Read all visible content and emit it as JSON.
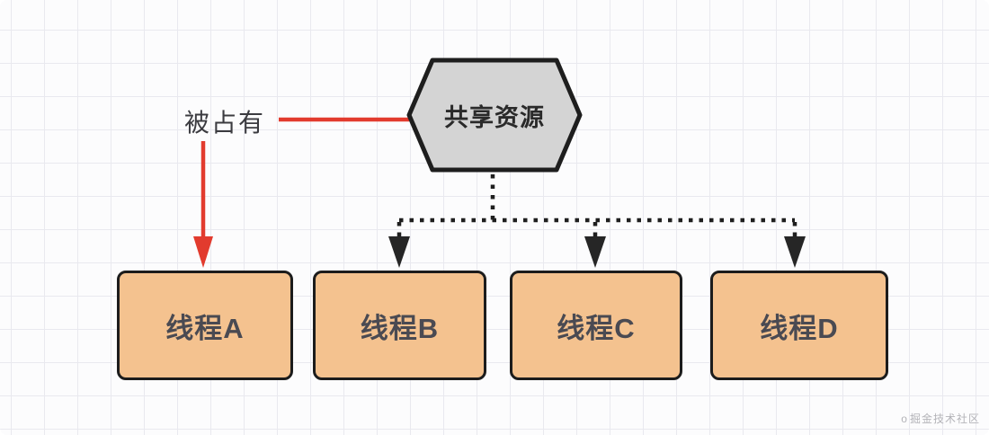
{
  "diagram": {
    "shared_resource": {
      "label": "共享资源"
    },
    "occupied_label": "被占有",
    "threads": [
      {
        "id": "A",
        "label": "线程A",
        "state": "occupying"
      },
      {
        "id": "B",
        "label": "线程B",
        "state": "waiting"
      },
      {
        "id": "C",
        "label": "线程C",
        "state": "waiting"
      },
      {
        "id": "D",
        "label": "线程D",
        "state": "waiting"
      }
    ],
    "colors": {
      "occupied_arrow": "#e23b2e",
      "waiting_connector": "#1f1f1f",
      "hexagon_fill": "#d4d4d4",
      "hexagon_border": "#1e1e1e",
      "thread_fill": "#f4c28f",
      "thread_border": "#1c1c1c",
      "grid_line": "#e9e9ef"
    }
  },
  "watermark": {
    "logo": "o",
    "text": "掘金技术社区"
  }
}
